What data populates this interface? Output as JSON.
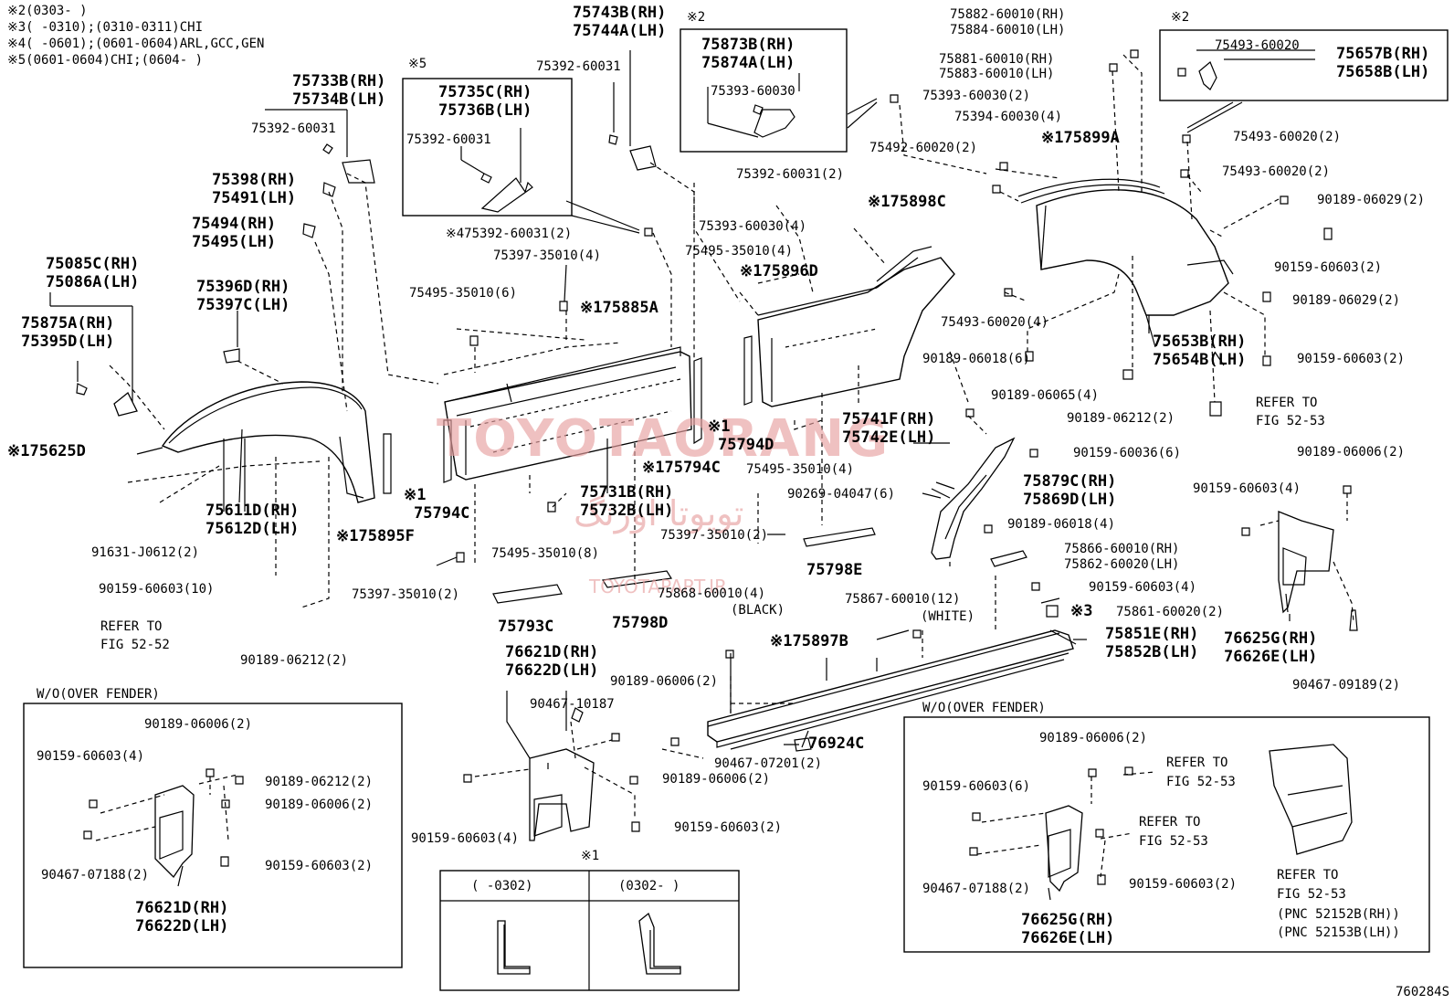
{
  "notes": [
    "※2(0303-       )",
    "※3(       -0310);(0310-0311)CHI",
    "※4(       -0601);(0601-0604)ARL,GCC,GEN",
    "※5(0601-0604)CHI;(0604-       )"
  ],
  "labels": [
    {
      "text": "75733B(RH)",
      "cls": "big"
    },
    {
      "text": "75734B(LH)",
      "cls": "big"
    },
    {
      "text": "75392-60031",
      "cls": ""
    },
    {
      "text": "75398(RH)",
      "cls": "big"
    },
    {
      "text": "75491(LH)",
      "cls": "big"
    },
    {
      "text": "75494(RH)",
      "cls": "big"
    },
    {
      "text": "75495(LH)",
      "cls": "big"
    },
    {
      "text": "75085C(RH)",
      "cls": "big"
    },
    {
      "text": "75086A(LH)",
      "cls": "big"
    },
    {
      "text": "75875A(RH)",
      "cls": "big"
    },
    {
      "text": "75395D(LH)",
      "cls": "big"
    },
    {
      "text": "75396D(RH)",
      "cls": "big"
    },
    {
      "text": "75397C(LH)",
      "cls": "big"
    },
    {
      "text": "※175625D",
      "cls": "big"
    },
    {
      "text": "75611D(RH)",
      "cls": "big"
    },
    {
      "text": "75612D(LH)",
      "cls": "big"
    },
    {
      "text": "※175895F",
      "cls": "big"
    },
    {
      "text": "91631-J0612(2)",
      "cls": ""
    },
    {
      "text": "90159-60603(10)",
      "cls": ""
    },
    {
      "text": "REFER TO",
      "cls": ""
    },
    {
      "text": "FIG 52-52",
      "cls": ""
    },
    {
      "text": "90189-06212(2)",
      "cls": ""
    },
    {
      "text": "※5",
      "cls": "note"
    },
    {
      "text": "75735C(RH)",
      "cls": "big"
    },
    {
      "text": "75736B(LH)",
      "cls": "big"
    },
    {
      "text": "75392-60031",
      "cls": ""
    },
    {
      "text": "※475392-60031(2)",
      "cls": ""
    },
    {
      "text": "75397-35010(4)",
      "cls": ""
    },
    {
      "text": "75495-35010(6)",
      "cls": ""
    },
    {
      "text": "※175885A",
      "cls": "big"
    },
    {
      "text": "※1",
      "cls": "big"
    },
    {
      "text": "75794C",
      "cls": "big"
    },
    {
      "text": "75731B(RH)",
      "cls": "big"
    },
    {
      "text": "75732B(LH)",
      "cls": "big"
    },
    {
      "text": "75495-35010(8)",
      "cls": ""
    },
    {
      "text": "75397-35010(2)",
      "cls": ""
    },
    {
      "text": "75793C",
      "cls": "big"
    },
    {
      "text": "75798D",
      "cls": "big"
    },
    {
      "text": "75743B(RH)",
      "cls": "big"
    },
    {
      "text": "75744A(LH)",
      "cls": "big"
    },
    {
      "text": "75392-60031",
      "cls": ""
    },
    {
      "text": "※2",
      "cls": "note"
    },
    {
      "text": "75873B(RH)",
      "cls": "big"
    },
    {
      "text": "75874A(LH)",
      "cls": "big"
    },
    {
      "text": "75393-60030",
      "cls": ""
    },
    {
      "text": "75392-60031(2)",
      "cls": ""
    },
    {
      "text": "75393-60030(4)",
      "cls": ""
    },
    {
      "text": "75495-35010(4)",
      "cls": ""
    },
    {
      "text": "※175896D",
      "cls": "big"
    },
    {
      "text": "※175898C",
      "cls": "big"
    },
    {
      "text": "※1",
      "cls": "big"
    },
    {
      "text": "75794D",
      "cls": "big"
    },
    {
      "text": "※175794C",
      "cls": "big"
    },
    {
      "text": "75495-35010(4)",
      "cls": ""
    },
    {
      "text": "75397-35010(2)",
      "cls": ""
    },
    {
      "text": "75741F(RH)",
      "cls": "big"
    },
    {
      "text": "75742E(LH)",
      "cls": "big"
    },
    {
      "text": "90269-04047(6)",
      "cls": ""
    },
    {
      "text": "75798E",
      "cls": "big"
    },
    {
      "text": "75868-60010(4)",
      "cls": ""
    },
    {
      "text": "(BLACK)",
      "cls": ""
    },
    {
      "text": "75867-60010(12)",
      "cls": ""
    },
    {
      "text": "(WHITE)",
      "cls": ""
    },
    {
      "text": "※175897B",
      "cls": "big"
    },
    {
      "text": "76621D(RH)",
      "cls": "big"
    },
    {
      "text": "76622D(LH)",
      "cls": "big"
    },
    {
      "text": "90467-10187",
      "cls": ""
    },
    {
      "text": "90189-06006(2)",
      "cls": ""
    },
    {
      "text": "90467-07201(2)",
      "cls": ""
    },
    {
      "text": "90189-06006(2)",
      "cls": ""
    },
    {
      "text": "90159-60603(2)",
      "cls": ""
    },
    {
      "text": "90159-60603(4)",
      "cls": ""
    },
    {
      "text": "76924C",
      "cls": "big"
    },
    {
      "text": "75882-60010(RH)",
      "cls": ""
    },
    {
      "text": "75884-60010(LH)",
      "cls": ""
    },
    {
      "text": "75881-60010(RH)",
      "cls": ""
    },
    {
      "text": "75883-60010(LH)",
      "cls": ""
    },
    {
      "text": "75393-60030(2)",
      "cls": ""
    },
    {
      "text": "75394-60030(4)",
      "cls": ""
    },
    {
      "text": "75492-60020(2)",
      "cls": ""
    },
    {
      "text": "※175899A",
      "cls": "big"
    },
    {
      "text": "※2",
      "cls": "note"
    },
    {
      "text": "75493-60020",
      "cls": ""
    },
    {
      "text": "75657B(RH)",
      "cls": "big"
    },
    {
      "text": "75658B(LH)",
      "cls": "big"
    },
    {
      "text": "75493-60020(2)",
      "cls": ""
    },
    {
      "text": "75493-60020(2)",
      "cls": ""
    },
    {
      "text": "90189-06029(2)",
      "cls": ""
    },
    {
      "text": "90159-60603(2)",
      "cls": ""
    },
    {
      "text": "90189-06029(2)",
      "cls": ""
    },
    {
      "text": "75493-60020(4)",
      "cls": ""
    },
    {
      "text": "90189-06018(6)",
      "cls": ""
    },
    {
      "text": "75653B(RH)",
      "cls": "big"
    },
    {
      "text": "75654B(LH)",
      "cls": "big"
    },
    {
      "text": "90159-60603(2)",
      "cls": ""
    },
    {
      "text": "90189-06065(4)",
      "cls": ""
    },
    {
      "text": "90189-06212(2)",
      "cls": ""
    },
    {
      "text": "REFER TO",
      "cls": ""
    },
    {
      "text": "FIG 52-53",
      "cls": ""
    },
    {
      "text": "90159-60036(6)",
      "cls": ""
    },
    {
      "text": "75879C(RH)",
      "cls": "big"
    },
    {
      "text": "75869D(LH)",
      "cls": "big"
    },
    {
      "text": "90189-06018(4)",
      "cls": ""
    },
    {
      "text": "75866-60010(RH)",
      "cls": ""
    },
    {
      "text": "75862-60020(LH)",
      "cls": ""
    },
    {
      "text": "90159-60603(4)",
      "cls": ""
    },
    {
      "text": "※3",
      "cls": "big"
    },
    {
      "text": "75861-60020(2)",
      "cls": ""
    },
    {
      "text": "75851E(RH)",
      "cls": "big"
    },
    {
      "text": "75852B(LH)",
      "cls": "big"
    },
    {
      "text": "90189-06006(2)",
      "cls": ""
    },
    {
      "text": "90159-60603(4)",
      "cls": ""
    },
    {
      "text": "76625G(RH)",
      "cls": "big"
    },
    {
      "text": "76626E(LH)",
      "cls": "big"
    },
    {
      "text": "90467-09189(2)",
      "cls": ""
    },
    {
      "text": "W/O(OVER FENDER)",
      "cls": ""
    },
    {
      "text": "90189-06006(2)",
      "cls": ""
    },
    {
      "text": "90159-60603(4)",
      "cls": ""
    },
    {
      "text": "90189-06212(2)",
      "cls": ""
    },
    {
      "text": "90189-06006(2)",
      "cls": ""
    },
    {
      "text": "90467-07188(2)",
      "cls": ""
    },
    {
      "text": "90159-60603(2)",
      "cls": ""
    },
    {
      "text": "76621D(RH)",
      "cls": "big"
    },
    {
      "text": "76622D(LH)",
      "cls": "big"
    },
    {
      "text": "※1",
      "cls": "note"
    },
    {
      "text": "(    -0302)",
      "cls": ""
    },
    {
      "text": "(0302-     )",
      "cls": ""
    },
    {
      "text": "W/O(OVER FENDER)",
      "cls": ""
    },
    {
      "text": "90189-06006(2)",
      "cls": ""
    },
    {
      "text": "REFER TO",
      "cls": ""
    },
    {
      "text": "FIG 52-53",
      "cls": ""
    },
    {
      "text": "90159-60603(6)",
      "cls": ""
    },
    {
      "text": "REFER TO",
      "cls": ""
    },
    {
      "text": "FIG 52-53",
      "cls": ""
    },
    {
      "text": "REFER TO",
      "cls": ""
    },
    {
      "text": "FIG 52-53",
      "cls": ""
    },
    {
      "text": "(PNC 52152B(RH))",
      "cls": ""
    },
    {
      "text": "(PNC 52153B(LH))",
      "cls": ""
    },
    {
      "text": "90467-07188(2)",
      "cls": ""
    },
    {
      "text": "90159-60603(2)",
      "cls": ""
    },
    {
      "text": "76625G(RH)",
      "cls": "big"
    },
    {
      "text": "76626E(LH)",
      "cls": "big"
    }
  ],
  "watermark": {
    "main": "TOYOTAORANG",
    "persian": "تویوتا اورنگ",
    "url": "TOYOTAPART.IR"
  },
  "diagram_id": "760284S"
}
